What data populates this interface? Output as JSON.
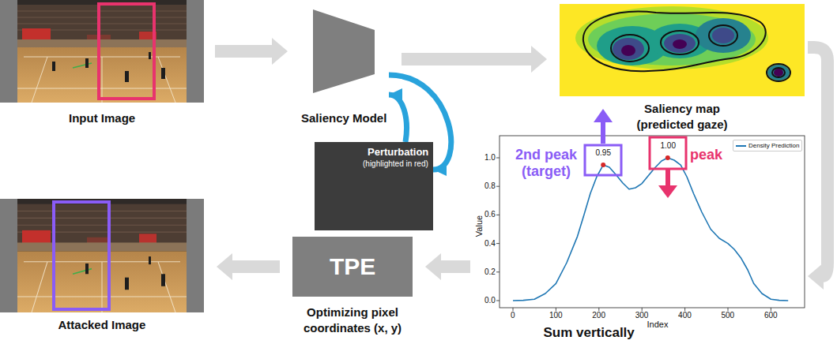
{
  "diagram": {
    "nodes": [
      {
        "text": [
          "Input Image"
        ]
      },
      {
        "text": [
          "Saliency Model"
        ]
      },
      {
        "text": [
          "Saliency map (predicted gaze)"
        ]
      },
      {
        "text": [
          "Perturbation",
          "(highlighted in red)"
        ]
      },
      {
        "text": [
          "Sum vertically"
        ]
      },
      {
        "text": [
          "TPE",
          "Optimizing pixel coordinates (x, y)"
        ]
      },
      {
        "text": [
          "Attacked Image"
        ]
      }
    ],
    "edges": [
      {
        "from": 0,
        "to": 1,
        "arrow": "to"
      },
      {
        "from": 1,
        "to": 2,
        "arrow": "to"
      },
      {
        "from": 1,
        "to": 3,
        "arrow": "to"
      },
      {
        "from": 3,
        "to": 1,
        "arrow": "to"
      },
      {
        "from": 2,
        "to": 4,
        "arrow": "to"
      },
      {
        "from": 4,
        "to": 5,
        "arrow": "to"
      },
      {
        "from": 5,
        "to": 6,
        "arrow": "to"
      }
    ],
    "labels": [
      "2nd peak (target)",
      "peak",
      "0.95",
      "1.00",
      "0",
      "100",
      "200",
      "300",
      "400",
      "500",
      "600",
      "0.0",
      "0.2",
      "0.4",
      "0.6",
      "0.8",
      "1.0",
      "Index",
      "Value"
    ],
    "legend": [
      {
        "text": "Density Prediction"
      }
    ]
  }
}
